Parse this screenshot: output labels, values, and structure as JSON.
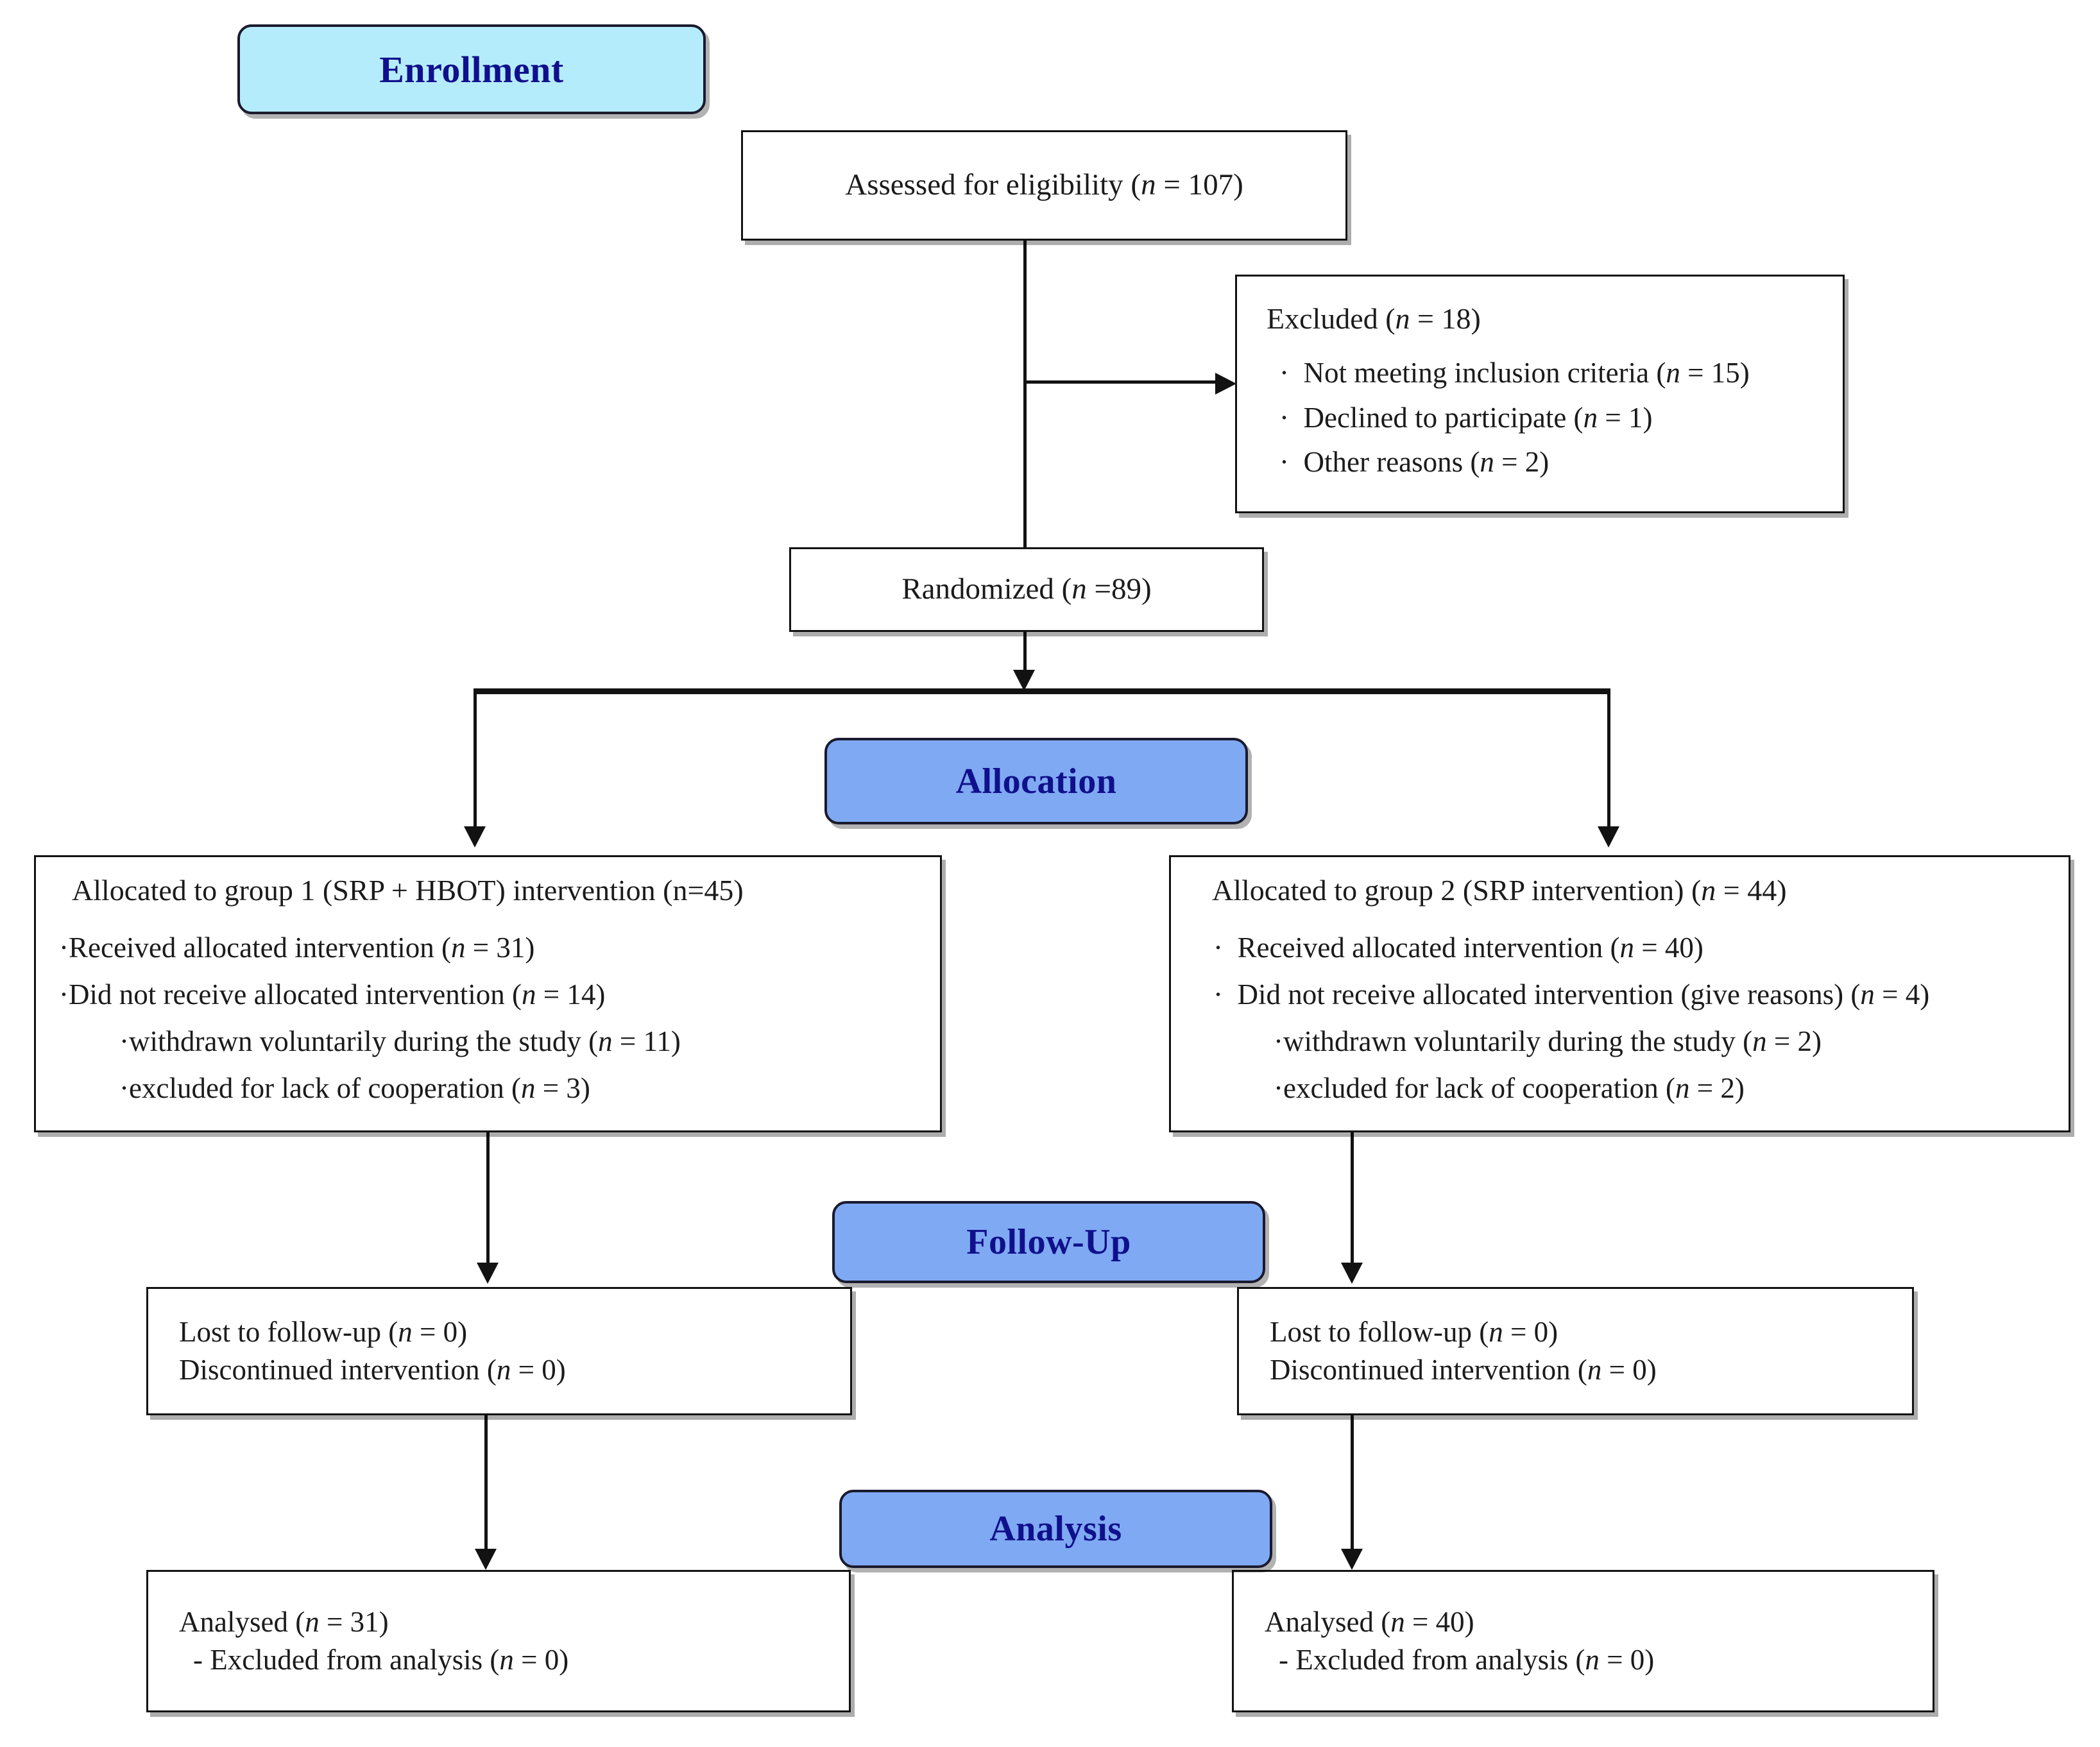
{
  "diagram": {
    "title": "CONSORT participant flow diagram",
    "colors": {
      "enrollment_banner": "#b5ecfb",
      "stage_banner": "#7fa9f2",
      "banner_text": "#10108c",
      "box_border": "#121212",
      "box_fill": "#ffffff",
      "text": "#1b1b1b"
    }
  },
  "banners": {
    "enrollment": "Enrollment",
    "allocation": "Allocation",
    "follow_up": "Follow-Up",
    "analysis": "Analysis"
  },
  "assessed": {
    "line": "Assessed for eligibility (n = 107)",
    "label": "Assessed for eligibility (",
    "n_symbol": "n",
    "value": " = 107)"
  },
  "excluded": {
    "header_label": "Excluded (",
    "header_n": "n",
    "header_value": " = 18)",
    "items": [
      {
        "bullet": "·",
        "label": "Not meeting inclusion criteria (",
        "n": "n",
        "value": " = 15)"
      },
      {
        "bullet": "·",
        "label": "Declined to participate (",
        "n": "n",
        "value": " = 1)"
      },
      {
        "bullet": "·",
        "label": "Other reasons (",
        "n": "n",
        "value": " = 2)"
      }
    ]
  },
  "randomized": {
    "label": "Randomized (",
    "n": "n",
    "value": " =89)"
  },
  "allocation_left": {
    "header_label": "Allocated to group 1 (SRP + HBOT) intervention (n=45)",
    "items": [
      {
        "bullet": "·",
        "label": "Received allocated intervention (",
        "n": "n",
        "value": " = 31)",
        "indent": 0
      },
      {
        "bullet": "·",
        "label": "Did not receive allocated intervention (",
        "n": "n",
        "value": " = 14)",
        "indent": 0
      },
      {
        "bullet": "·",
        "label": "withdrawn voluntarily during the study (",
        "n": "n",
        "value": " = 11)",
        "indent": 1
      },
      {
        "bullet": "·",
        "label": "excluded for lack of cooperation (",
        "n": "n",
        "value": " = 3)",
        "indent": 1
      }
    ]
  },
  "allocation_right": {
    "header_label": "Allocated to group 2 (SRP intervention) (",
    "header_n": "n",
    "header_value": " = 44)",
    "items": [
      {
        "bullet": "·",
        "label": "Received allocated intervention (",
        "n": "n",
        "value": " = 40)",
        "indent": 0
      },
      {
        "bullet": "·",
        "label": "Did not receive allocated intervention (give reasons) (",
        "n": "n",
        "value": " = 4)",
        "indent": 0
      },
      {
        "bullet": "·",
        "label": "withdrawn voluntarily during the study (",
        "n": "n",
        "value": " = 2)",
        "indent": 1
      },
      {
        "bullet": "·",
        "label": "excluded for lack of cooperation (",
        "n": "n",
        "value": " = 2)",
        "indent": 1
      }
    ]
  },
  "followup_left": {
    "lines": [
      {
        "label": "Lost to follow-up (",
        "n": "n",
        "value": " = 0)"
      },
      {
        "label": "Discontinued intervention (",
        "n": "n",
        "value": " = 0)"
      }
    ]
  },
  "followup_right": {
    "lines": [
      {
        "label": "Lost to follow-up (",
        "n": "n",
        "value": " = 0)"
      },
      {
        "label": "Discontinued intervention (",
        "n": "n",
        "value": " = 0)"
      }
    ]
  },
  "analysis_left": {
    "header_label": "Analysed (",
    "header_n": "n",
    "header_value": " = 31)",
    "bullet": "-",
    "sub_label": "Excluded from analysis (",
    "sub_n": "n",
    "sub_value": " = 0)"
  },
  "analysis_right": {
    "header_label": "Analysed (",
    "header_n": "n",
    "header_value": " = 40)",
    "bullet": "-",
    "sub_label": "Excluded from analysis (",
    "sub_n": "n",
    "sub_value": " = 0)"
  }
}
